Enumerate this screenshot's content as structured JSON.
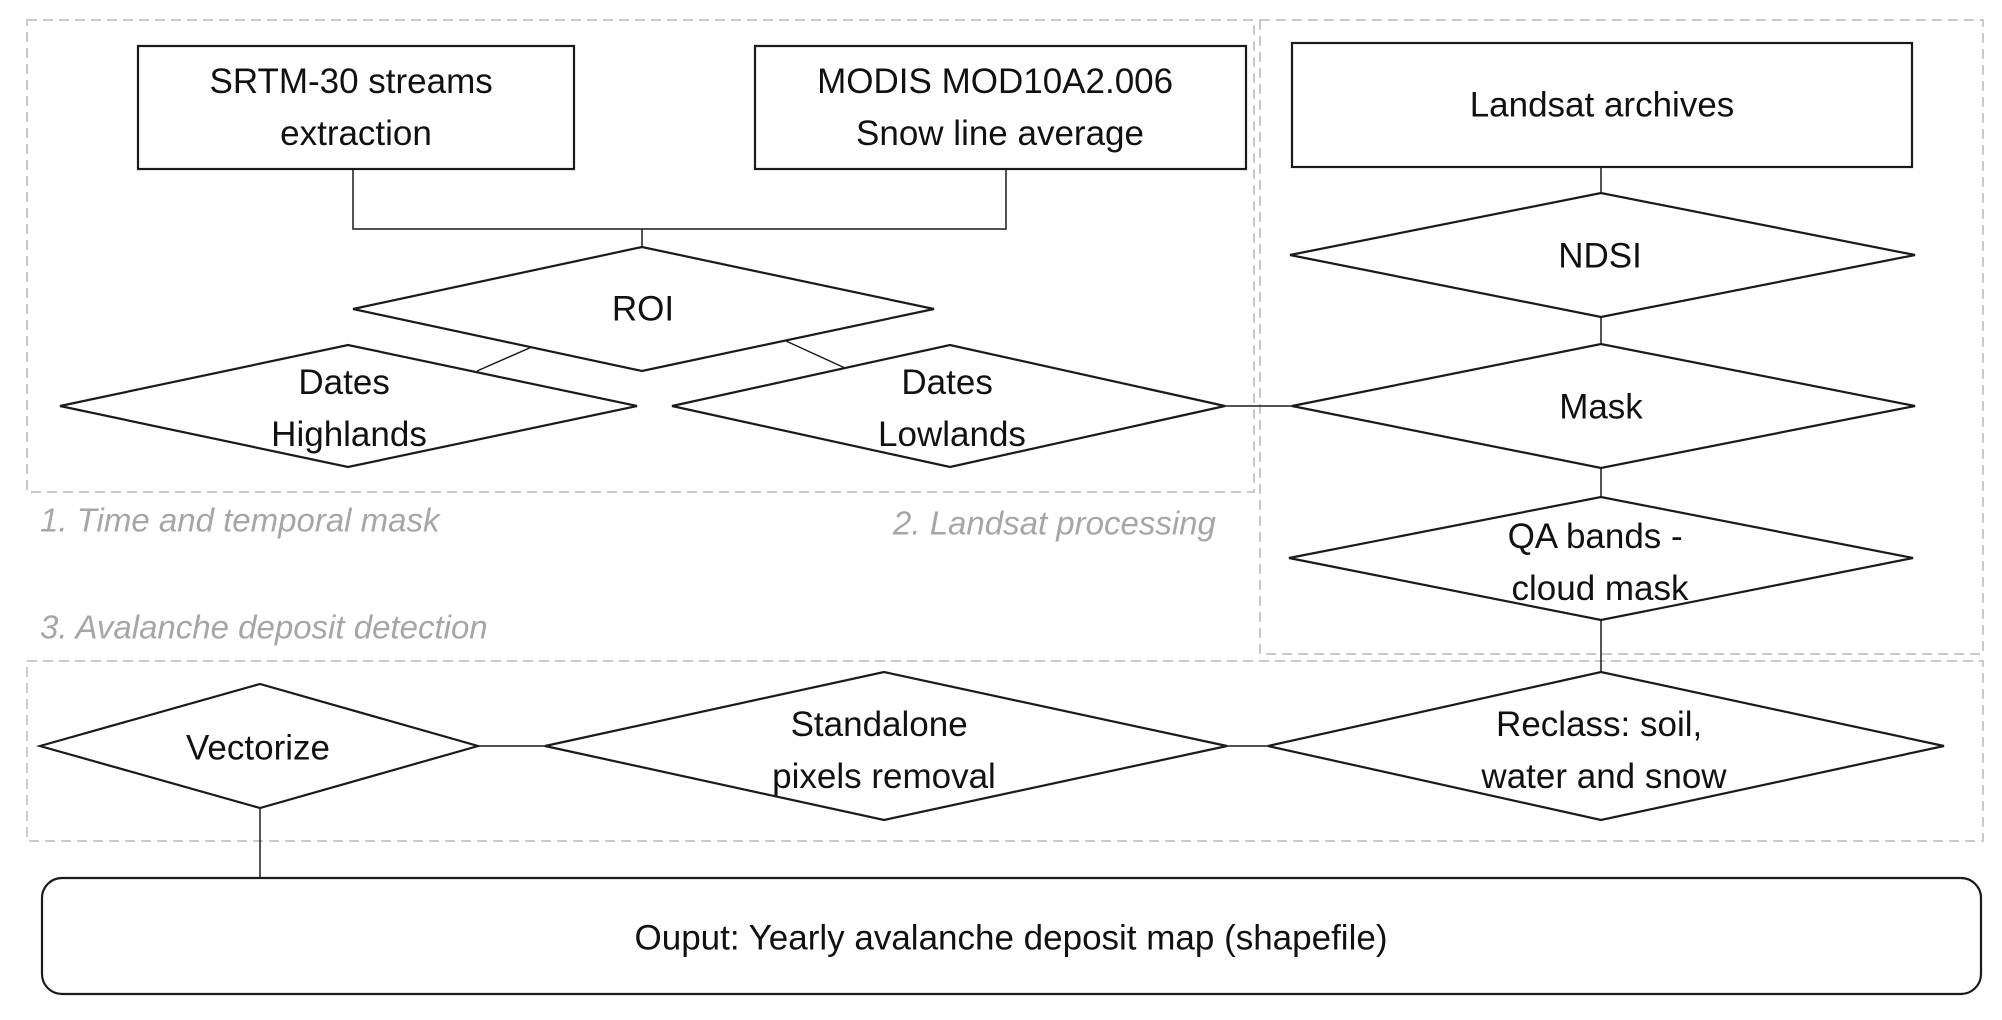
{
  "regions": {
    "time_mask": "1. Time and temporal mask",
    "landsat": "2. Landsat processing",
    "avalanche": "3. Avalanche deposit detection"
  },
  "nodes": {
    "srtm": [
      "SRTM-30 streams",
      "extraction"
    ],
    "modis": [
      "MODIS MOD10A2.006",
      "Snow line average"
    ],
    "roi": [
      "ROI"
    ],
    "dates_highlands": [
      "Dates",
      "Highlands"
    ],
    "dates_lowlands": [
      "Dates",
      "Lowlands"
    ],
    "landsat_archives": [
      "Landsat archives"
    ],
    "ndsi": [
      "NDSI"
    ],
    "mask": [
      "Mask"
    ],
    "qa_bands": [
      "QA bands -",
      "cloud mask"
    ],
    "reclass": [
      "Reclass: soil,",
      "water and snow"
    ],
    "standalone": [
      "Standalone",
      "pixels removal"
    ],
    "vectorize": [
      "Vectorize"
    ],
    "output": [
      "Ouput: Yearly avalanche deposit map (shapefile)"
    ]
  }
}
